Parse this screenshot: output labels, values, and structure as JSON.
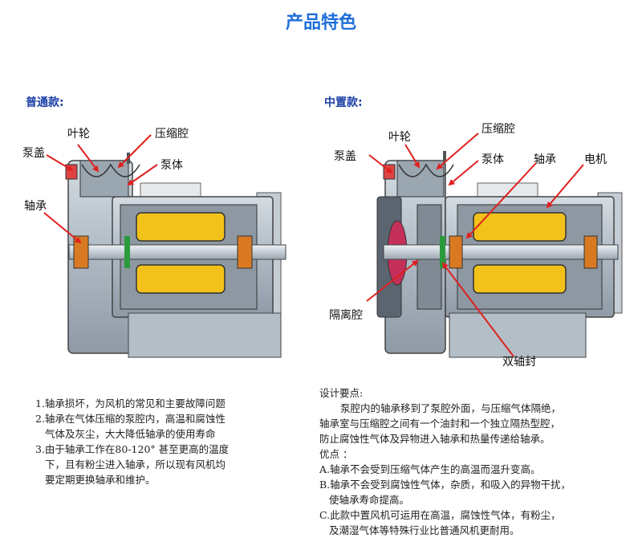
{
  "title": "产品特色",
  "left": {
    "subtitle": "普通款:",
    "labels": {
      "impeller": "叶轮",
      "compression_chamber": "压缩腔",
      "pump_cover": "泵盖",
      "pump_body": "泵体",
      "bearing": "轴承"
    },
    "notes": [
      "1.轴承损坏，为风机的常见和主要故障问题",
      "2.轴承在气体压缩的泵腔内，高温和腐蚀性",
      "气体及灰尘，大大降低轴承的使用寿命",
      "3.由于轴承工作在80-120° 甚至更高的温度",
      "下，且有粉尘进入轴承，所以现有风机均",
      "要定期更换轴承和维护。"
    ]
  },
  "right": {
    "subtitle": "中置款:",
    "labels": {
      "impeller": "叶轮",
      "compression_chamber": "压缩腔",
      "pump_cover": "泵盖",
      "pump_body": "泵体",
      "bearing": "轴承",
      "motor": "电机",
      "isolation_chamber": "隔离腔",
      "double_shaft_seal": "双轴封"
    },
    "notes_heading": "设计要点:",
    "notes": [
      "泵腔内的轴承移到了泵腔外面，与压缩气体隔绝，",
      "轴承室与压缩腔之间有一个油封和一个独立隔热型腔，",
      "防止腐蚀性气体及异物进入轴承和热量传递给轴承。",
      "优点 ：",
      "A.轴承不会受到压缩气体产生的高温而温升变高。",
      "B.轴承不会受到腐蚀性气体，杂质，和吸入的异物干扰，",
      "使轴承寿命提高。",
      "C.此款中置风机可运用在高温，腐蚀性气体，有粉尘，",
      "及潮湿气体等特殊行业比普通风机更耐用。"
    ]
  },
  "colors": {
    "title": "#1e6fd9",
    "subtitle": "#1b3fa6",
    "arrow": "#e02020",
    "coil": "#f2c21a",
    "body": "#b8c3cc"
  }
}
